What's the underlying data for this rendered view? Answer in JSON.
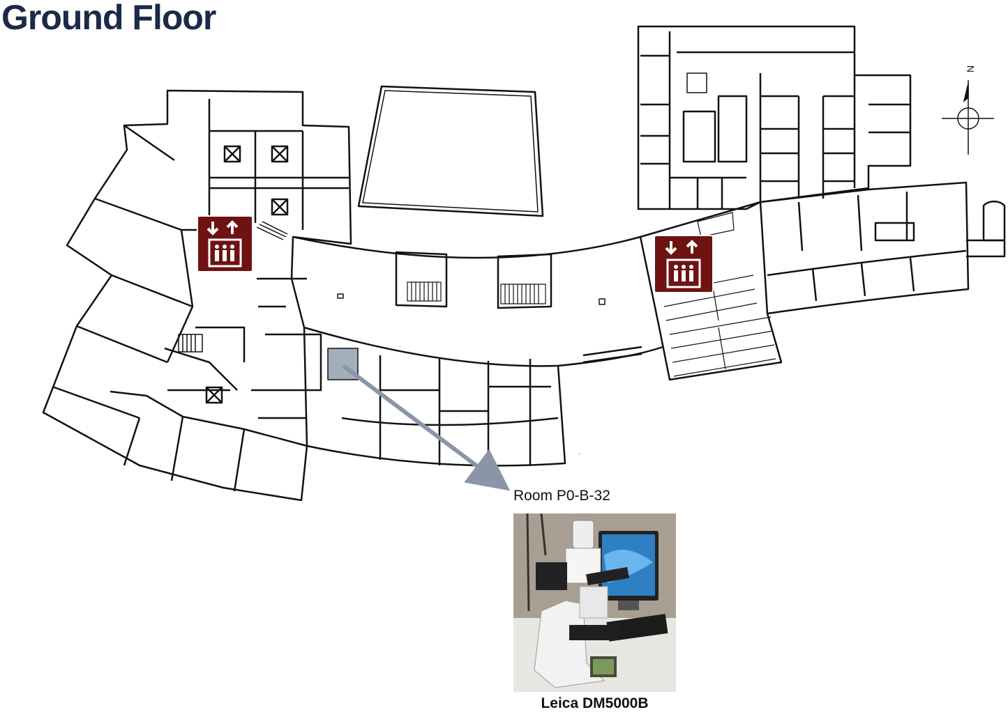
{
  "title": "Ground Floor",
  "compass": {
    "north_label": "N"
  },
  "icons": {
    "elevator": "elevator-icon",
    "compass": "north-arrow-icon",
    "microscope": "microscope-photo"
  },
  "room": {
    "label": "Room P0-B-32",
    "highlight_color": "#a3aebd",
    "arrow_color": "#8a96a8"
  },
  "equipment": {
    "caption": "Leica DM5000B"
  },
  "colors": {
    "title": "#1b2a49",
    "elevator_bg": "#6e1212",
    "wall": "#111111"
  }
}
